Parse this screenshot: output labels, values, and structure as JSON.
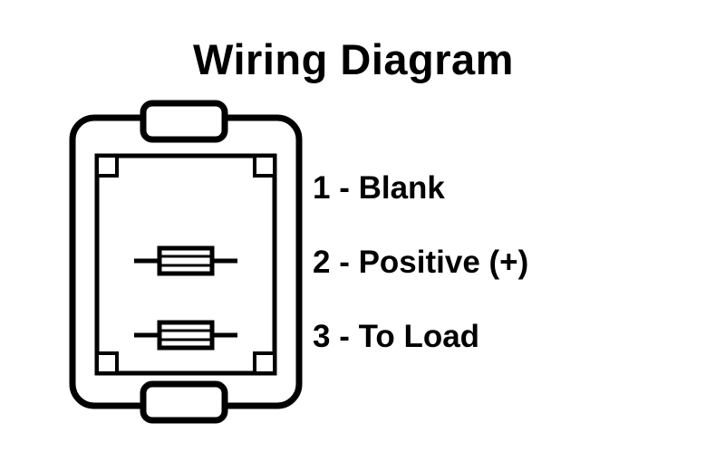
{
  "page": {
    "background_color": "#ffffff",
    "ink_color": "#000000"
  },
  "title": "Wiring Diagram",
  "legend": {
    "items": [
      {
        "label": "1 - Blank"
      },
      {
        "label": "2 - Positive (+)"
      },
      {
        "label": "3 - To Load"
      }
    ]
  }
}
